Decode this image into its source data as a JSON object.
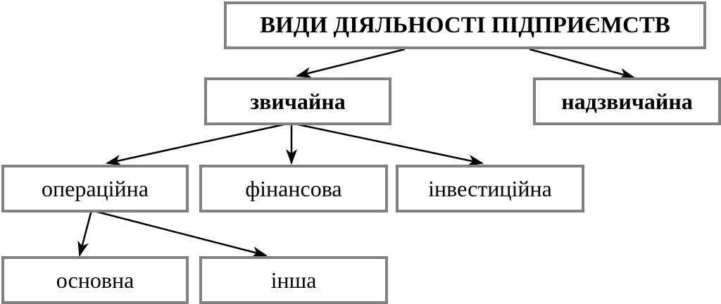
{
  "diagram": {
    "nodes": {
      "root": {
        "label": "ВИДИ ДІЯЛЬНОСТІ ПІДПРИЄМСТВ"
      },
      "usual": {
        "label": "звичайна"
      },
      "extra": {
        "label": "надзвичайна"
      },
      "oper": {
        "label": "операційна"
      },
      "fin": {
        "label": "фінансова"
      },
      "inv": {
        "label": "інвестиційна"
      },
      "main": {
        "label": "основна"
      },
      "other": {
        "label": "інша"
      }
    },
    "edges": [
      {
        "from": "root",
        "to": "usual"
      },
      {
        "from": "root",
        "to": "extra"
      },
      {
        "from": "usual",
        "to": "oper"
      },
      {
        "from": "usual",
        "to": "fin"
      },
      {
        "from": "usual",
        "to": "inv"
      },
      {
        "from": "oper",
        "to": "main"
      },
      {
        "from": "oper",
        "to": "other"
      }
    ],
    "colors": {
      "box_border": "#808080",
      "arrow": "#000000",
      "text": "#000000"
    }
  }
}
